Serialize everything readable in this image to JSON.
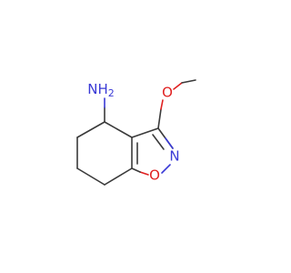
{
  "molecule": {
    "atoms": {
      "amine": "NH",
      "amine_subscript": "2",
      "methoxy_oxygen": "O",
      "ring_nitrogen": "N",
      "ring_oxygen": "O"
    },
    "colors": {
      "bond": "#3a3a3a",
      "nitrogen": "#3a3ad6",
      "oxygen": "#e02020",
      "background": "#ffffff"
    }
  }
}
